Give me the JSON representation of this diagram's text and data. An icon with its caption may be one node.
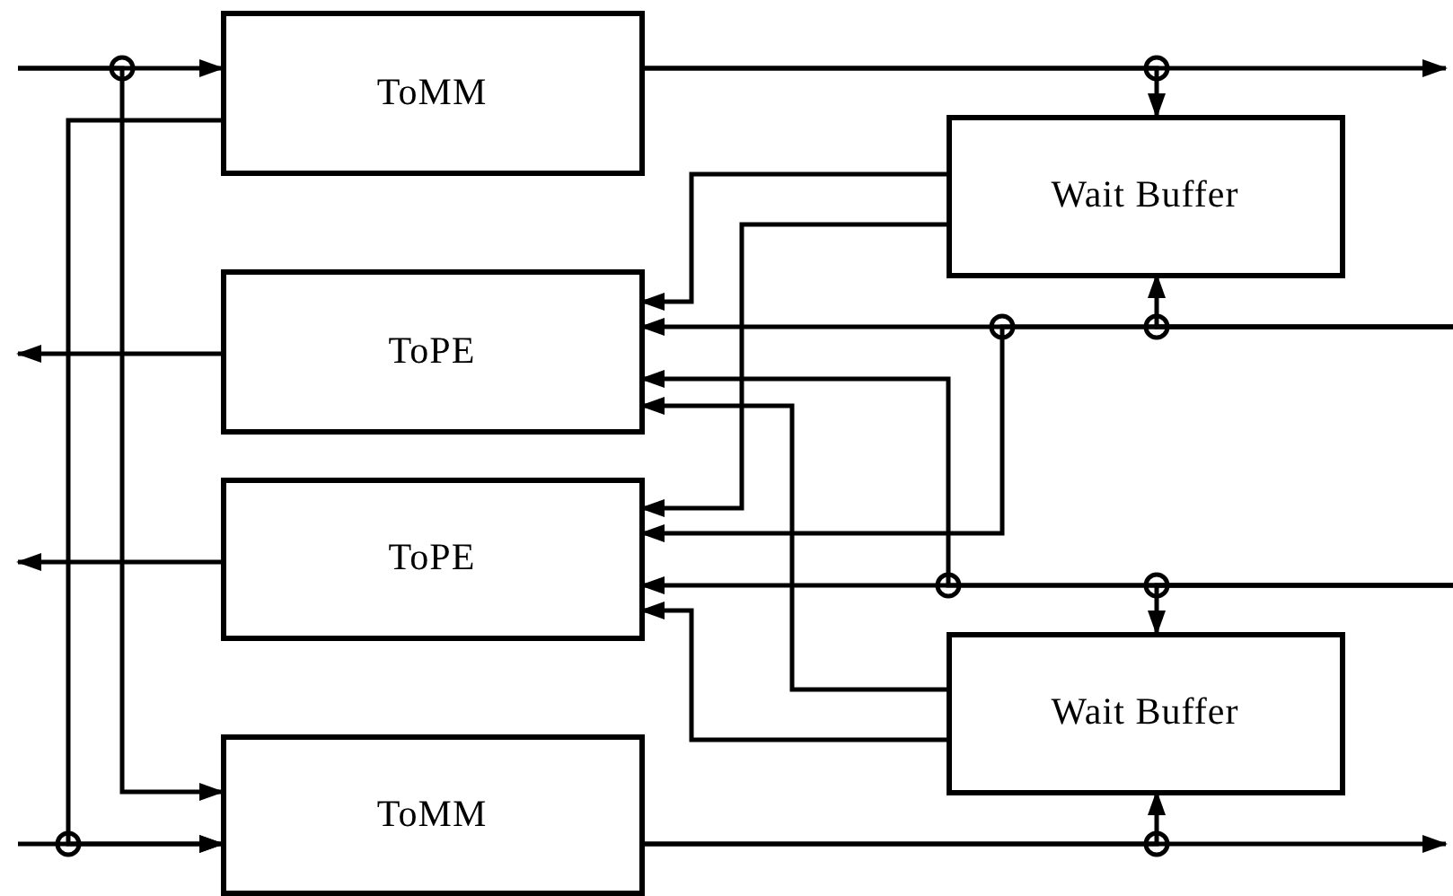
{
  "diagram": {
    "nodes": [
      {
        "text": [
          "ToMM"
        ]
      },
      {
        "text": [
          "Wait Buffer"
        ]
      },
      {
        "text": [
          "ToPE"
        ]
      },
      {
        "text": [
          "ToPE"
        ]
      },
      {
        "text": [
          "Wait Buffer"
        ]
      },
      {
        "text": [
          "ToMM"
        ]
      }
    ],
    "edges": [
      {
        "from": null,
        "to": 0,
        "arrow": "to"
      },
      {
        "from": null,
        "to": 5,
        "arrow": "to"
      },
      {
        "from": 0,
        "to": null,
        "arrow": "to"
      },
      {
        "from": 0,
        "to": 1,
        "arrow": "to"
      },
      {
        "from": 0,
        "to": 5,
        "arrow": "to"
      },
      {
        "from": null,
        "to": 5,
        "arrow": "to"
      },
      {
        "from": 2,
        "to": null,
        "arrow": "to"
      },
      {
        "from": 3,
        "to": null,
        "arrow": "to"
      },
      {
        "from": 1,
        "to": 2,
        "arrow": "to"
      },
      {
        "from": 1,
        "to": 3,
        "arrow": "to"
      },
      {
        "from": null,
        "to": 2,
        "arrow": "to"
      },
      {
        "from": null,
        "to": 1,
        "arrow": "to"
      },
      {
        "from": null,
        "to": 3,
        "arrow": "to"
      },
      {
        "from": null,
        "to": 3,
        "arrow": "to"
      },
      {
        "from": null,
        "to": 4,
        "arrow": "to"
      },
      {
        "from": null,
        "to": 2,
        "arrow": "to"
      },
      {
        "from": 4,
        "to": 2,
        "arrow": "to"
      },
      {
        "from": 4,
        "to": 3,
        "arrow": "to"
      },
      {
        "from": 5,
        "to": null,
        "arrow": "to"
      },
      {
        "from": 5,
        "to": 4,
        "arrow": "to"
      }
    ]
  }
}
